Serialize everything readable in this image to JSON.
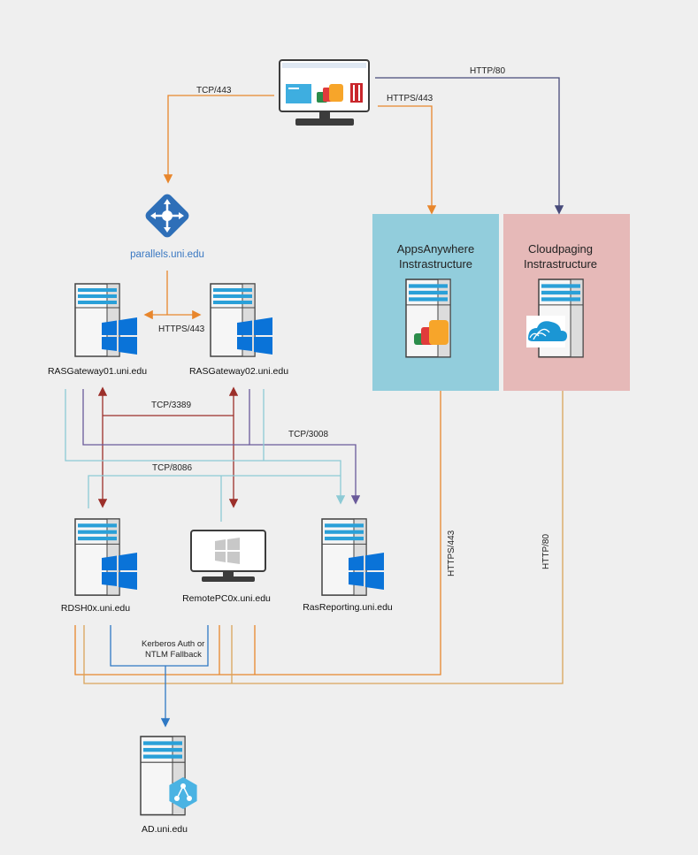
{
  "colors": {
    "background": "#efefef",
    "orange": "#e8862c",
    "purple": "#6a5a9a",
    "dark_red": "#9c2f2a",
    "light_blue": "#8ccad5",
    "blue": "#2e78c4",
    "navy": "#474a7a",
    "appsanywhere_box": "#92cddc",
    "cloudpaging_box": "#e6b9b8",
    "windows_blue": "#0a73d8"
  },
  "nodes": {
    "client": {
      "icon": "desktop-client-icon"
    },
    "parallels": {
      "label": "parallels.uni.edu",
      "icon": "load-balancer-icon"
    },
    "gateway1": {
      "label": "RASGateway01.uni.edu",
      "icon": "windows-server-icon"
    },
    "gateway2": {
      "label": "RASGateway02.uni.edu",
      "icon": "windows-server-icon"
    },
    "rdsh": {
      "label": "RDSH0x.uni.edu",
      "icon": "windows-server-icon"
    },
    "remotepc": {
      "label": "RemotePC0x.uni.edu",
      "icon": "windows-monitor-icon"
    },
    "rasreporting": {
      "label": "RasReporting.uni.edu",
      "icon": "windows-server-icon"
    },
    "ad": {
      "label": "AD.uni.edu",
      "icon": "active-directory-server-icon"
    }
  },
  "boxes": {
    "appsanywhere": {
      "title_line1": "AppsAnywhere",
      "title_line2": "Instrastructure",
      "icon": "appsanywhere-server-icon"
    },
    "cloudpaging": {
      "title_line1": "Cloudpaging",
      "title_line2": "Instrastructure",
      "icon": "cloudpaging-server-icon"
    }
  },
  "connections": {
    "client_to_parallels": "TCP/443",
    "client_to_appsanywhere": "HTTPS/443",
    "client_to_cloudpaging": "HTTP/80",
    "gateway_to_gateway": "HTTPS/443",
    "gateway_to_hosts": "TCP/3389",
    "gateway_to_reporting": "TCP/3008",
    "hosts_to_reporting": "TCP/8086",
    "appsanywhere_to_hosts": "HTTPS/443",
    "cloudpaging_to_hosts": "HTTP/80",
    "hosts_to_ad_line1": "Kerberos Auth or",
    "hosts_to_ad_line2": "NTLM Fallback"
  }
}
